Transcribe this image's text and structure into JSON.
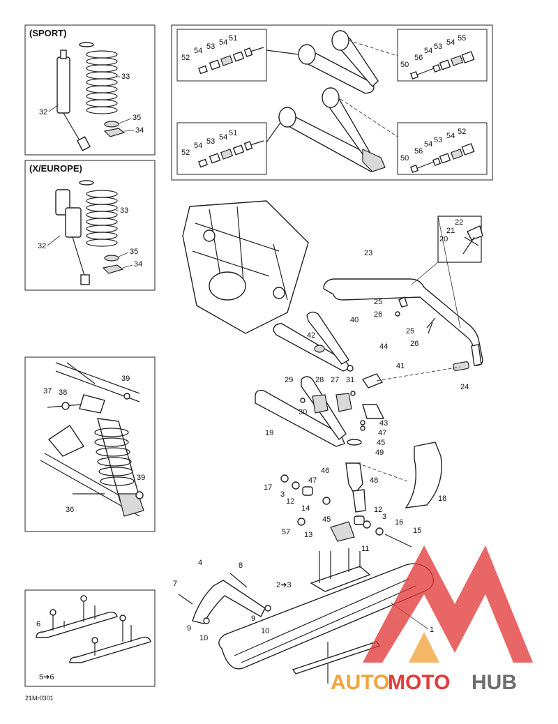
{
  "boxes": {
    "sport": {
      "title": "(SPORT)",
      "labels": [
        "32",
        "33",
        "35",
        "34"
      ]
    },
    "x_europe": {
      "title": "(X/EUROPE)",
      "labels": [
        "32",
        "33",
        "35",
        "34"
      ]
    }
  },
  "hardware_top_left": [
    "52",
    "54",
    "53",
    "54",
    "51"
  ],
  "hardware_top_right": [
    "50",
    "56",
    "54",
    "53",
    "54",
    "55"
  ],
  "hardware_bottom_left": [
    "52",
    "54",
    "53",
    "54",
    "51"
  ],
  "hardware_bottom_right": [
    "50",
    "56",
    "54",
    "53",
    "54",
    "52"
  ],
  "shock_mount_labels": [
    "37",
    "38",
    "39",
    "39",
    "36"
  ],
  "runner_box_labels": [
    "6",
    "5➔6"
  ],
  "main_labels": [
    "22",
    "21",
    "20",
    "23",
    "25",
    "26",
    "25",
    "26",
    "40",
    "42",
    "44",
    "41",
    "24",
    "29",
    "28",
    "27",
    "31",
    "30",
    "43",
    "47",
    "45",
    "49",
    "19",
    "18",
    "46",
    "48",
    "47",
    "17",
    "3",
    "12",
    "14",
    "45",
    "12",
    "3",
    "16",
    "15",
    "57",
    "13",
    "11",
    "4",
    "8",
    "7",
    "2➔3",
    "9",
    "9",
    "10",
    "10",
    "1"
  ],
  "figure_code": "21Mr0301",
  "watermark": {
    "text_auto": "AUTO",
    "text_moto": "MOTO",
    "text_hub": "HUB",
    "color_red": "#e23b3b",
    "color_orange": "#f2a33a",
    "color_gray": "#6e6e6e"
  }
}
